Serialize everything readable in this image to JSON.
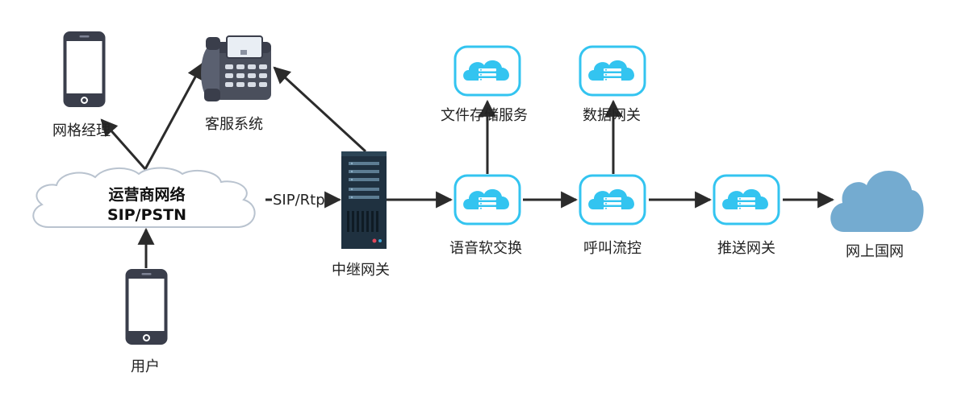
{
  "nodes": {
    "grid_manager": "网格经理",
    "customer_service": "客服系统",
    "carrier_network_line1": "运营商网络",
    "carrier_network_line2": "SIP/PSTN",
    "user": "用户",
    "trunk_gateway": "中继网关",
    "voice_softswitch": "语音软交换",
    "file_storage": "文件存储服务",
    "call_control": "呼叫流控",
    "data_gateway": "数据网关",
    "push_gateway": "推送网关",
    "online_grid": "网上国网"
  },
  "edges": {
    "sip_rtp_label": "SIP/Rtp"
  },
  "icons": {
    "phone": "smartphone-icon",
    "desk_phone": "desk-phone-icon",
    "server": "server-rack-icon",
    "cloud_service": "cloud-server-icon",
    "cloud": "cloud-icon"
  },
  "colors": {
    "arrow": "#2b2b2b",
    "cloud_service_border": "#33c4f0",
    "cloud_service_fill": "#33c4f0",
    "server_body": "#1f3140",
    "internet_cloud": "#74abd0"
  }
}
